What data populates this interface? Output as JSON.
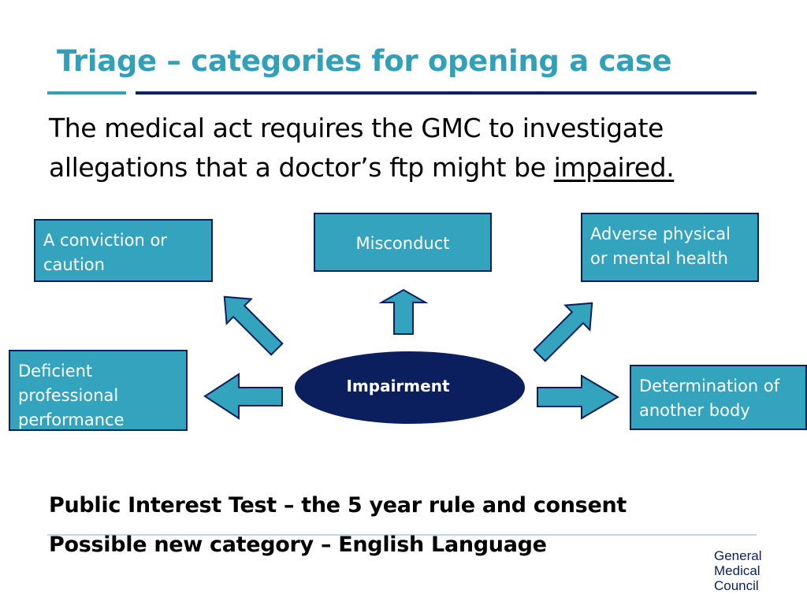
{
  "slide": {
    "title": "Triage – categories for opening a case",
    "intro_text": "The medical act requires the GMC to investigate allegations that a doctor’s ftp might be ",
    "intro_emphasis": "impaired."
  },
  "diagram": {
    "center": "Impairment",
    "categories": {
      "conviction": "A  conviction or caution",
      "misconduct": "Misconduct",
      "health": "Adverse physical or mental health",
      "performance": "Deficient professional performance",
      "determination": "Determination of another body"
    }
  },
  "notes": {
    "line1": "Public Interest Test – the 5 year rule and consent",
    "line2": "Possible new category – English Language"
  },
  "logo": {
    "line1": "General",
    "line2": "Medical",
    "line3": "Council"
  },
  "colors": {
    "title": "#31a0b8",
    "box_fill": "#33a3be",
    "box_border": "#0b1f5e",
    "ellipse_fill": "#0b1f5e",
    "arrow_fill": "#33a3be"
  }
}
